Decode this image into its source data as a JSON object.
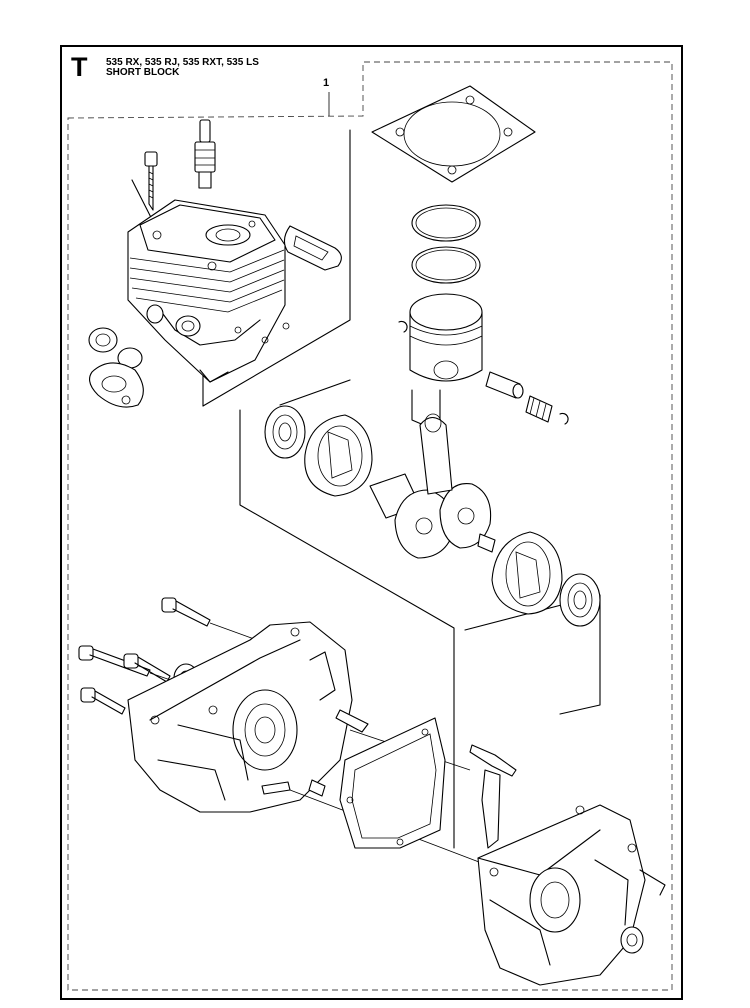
{
  "header": {
    "section_letter": "T",
    "models": "535 RX, 535 RJ, 535 RXT, 535 LS",
    "subtitle": "SHORT BLOCK"
  },
  "callout": {
    "number": "1"
  }
}
